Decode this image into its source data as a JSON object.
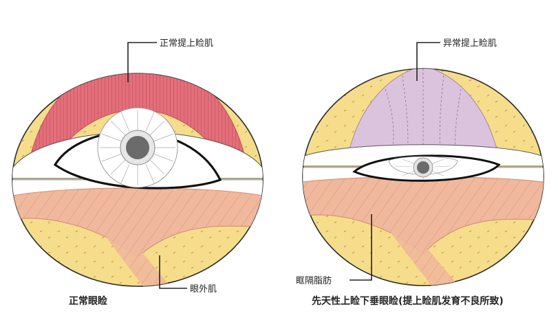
{
  "labels": {
    "normal_levator": "正常提上睑肌",
    "abnormal_levator": "异常提上睑肌",
    "orbicularis": "眼外肌",
    "orbital_fat": "眶隔脂肪"
  },
  "captions": {
    "left": "正常眼睑",
    "right": "先天性上睑下垂眼睑(提上睑肌发育不良所致)"
  },
  "colors": {
    "fat": "#f5dd8a",
    "normal_muscle": "#e1707a",
    "abnormal_muscle": "#dcc3dd",
    "lower_muscle": "#efb69a",
    "outline": "#2a2a2a",
    "white": "#ffffff"
  }
}
